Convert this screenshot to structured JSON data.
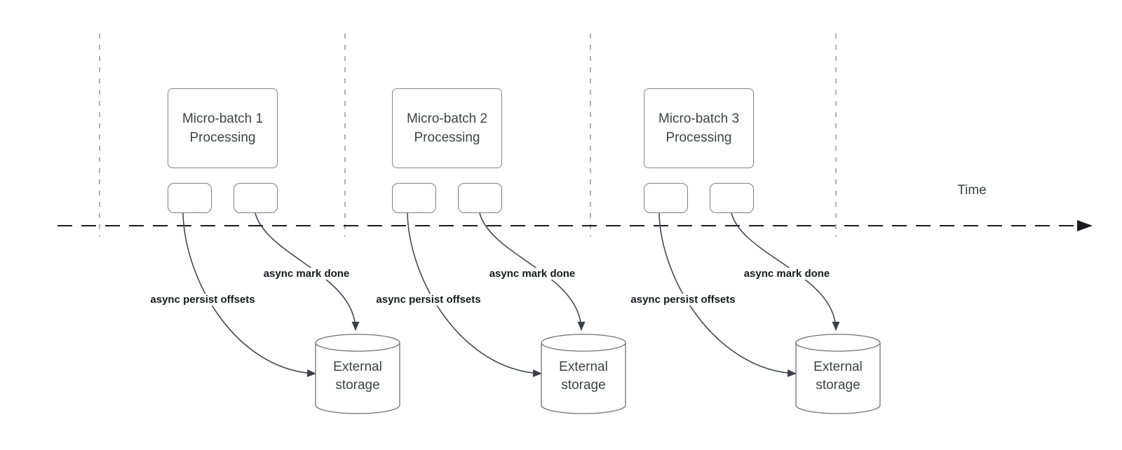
{
  "diagram": {
    "time_axis": {
      "label": "Time"
    },
    "groups": [
      {
        "title": "Micro-batch 1 Processing",
        "persist_label": "async persist offsets",
        "done_label": "async mark done",
        "storage_label": "External storage"
      },
      {
        "title": "Micro-batch 2 Processing",
        "persist_label": "async persist offsets",
        "done_label": "async mark done",
        "storage_label": "External storage"
      },
      {
        "title": "Micro-batch 3 Processing",
        "persist_label": "async persist offsets",
        "done_label": "async mark done",
        "storage_label": "External storage"
      }
    ],
    "colors": {
      "background": "#ffffff",
      "shape_stroke": "#86868b",
      "connector_stroke": "#3b3f46",
      "timeline_stroke": "#1a1a1f",
      "guide_line_stroke": "#a7a7ad",
      "text_primary": "#3f4245",
      "text_bold_label": "#17191d"
    }
  }
}
